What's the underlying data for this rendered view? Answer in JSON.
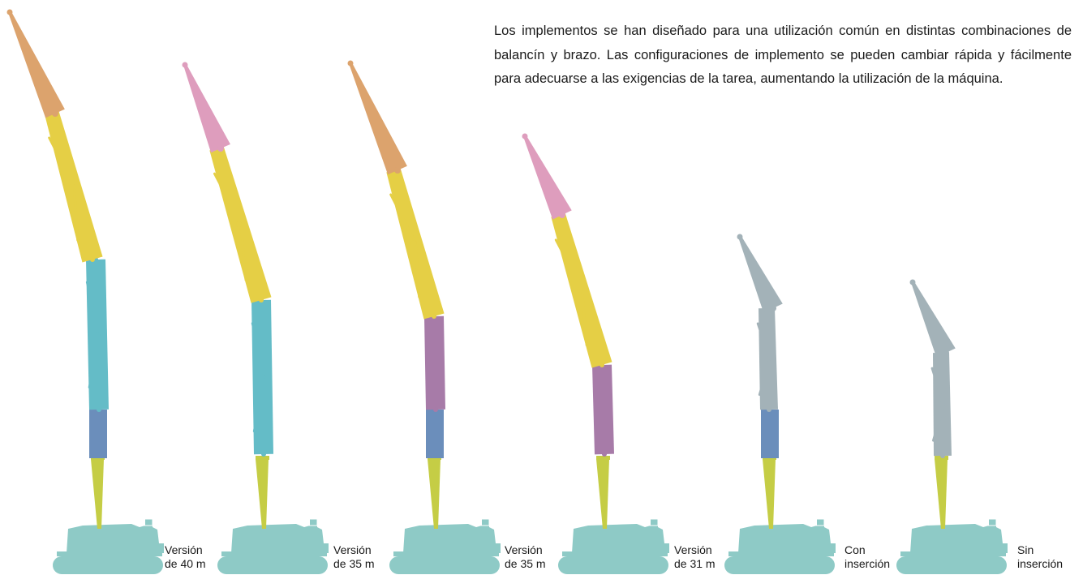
{
  "intro_text": "Los implementos se han diseñado para una utilización común en distintas combinaciones de balancín y brazo. Las configuraciones de implemento se pueden cambiar rápida y fácilmente para adecuarse a las exigencias de la tarea, aumentando la utilización de la máquina.",
  "colors": {
    "base": "#8ecac6",
    "lower_boom": "#c5cd45",
    "insert_blue": "#6b8ebb",
    "intermediate_teal": "#64bcc7",
    "intermediate_purple": "#a77ba8",
    "upper_yellow": "#e5cf45",
    "tool_orange": "#dca36d",
    "tool_pink": "#de9dbd",
    "alternative_grey": "#a3b2b8"
  },
  "configurations": [
    {
      "line1": "Versión",
      "line2": "de 40 m",
      "tool": "orange",
      "intermediate": "teal"
    },
    {
      "line1": "Versión",
      "line2": "de 35 m",
      "tool": "pink",
      "intermediate": "teal"
    },
    {
      "line1": "Versión",
      "line2": "de 35 m",
      "tool": "orange",
      "intermediate": "purple"
    },
    {
      "line1": "Versión",
      "line2": "de 31 m",
      "tool": "pink",
      "intermediate": "purple"
    },
    {
      "line1": "Con",
      "line2": "inserción",
      "tool": "grey",
      "intermediate": "none"
    },
    {
      "line1": "Sin",
      "line2": "inserción",
      "tool": "grey",
      "intermediate": "none"
    }
  ]
}
